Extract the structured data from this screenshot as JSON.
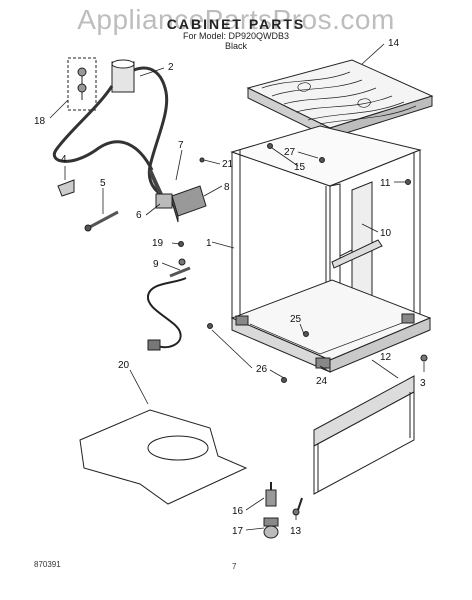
{
  "header": {
    "watermark": "AppliancePartsPros.com",
    "title": "CABINET PARTS",
    "model_line": "For Model: DP920QWDB3",
    "color_line": "Black"
  },
  "callouts": [
    "14",
    "2",
    "18",
    "7",
    "21",
    "27",
    "15",
    "11",
    "4",
    "8",
    "5",
    "6",
    "1",
    "10",
    "19",
    "9",
    "25",
    "20",
    "26",
    "24",
    "12",
    "3",
    "16",
    "17",
    "13"
  ],
  "footer": {
    "left_code": "870391",
    "page_number": "7"
  }
}
